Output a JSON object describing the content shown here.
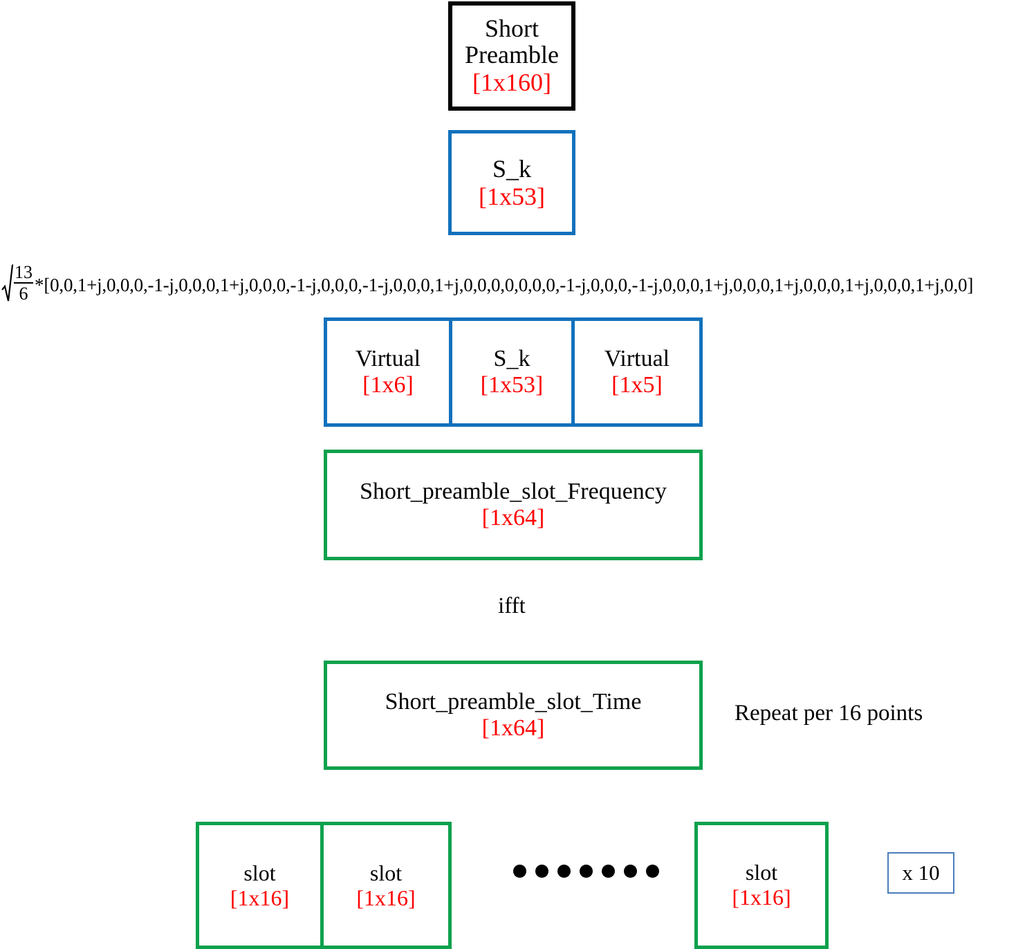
{
  "diagram": {
    "title": "Short Preamble generation chain",
    "colors": {
      "black": "#000000",
      "blue": "#1271BC",
      "green": "#0DA14D",
      "red": "#FF0000",
      "light_blue": "#4A7EBB"
    }
  },
  "short_preamble": {
    "line1": "Short",
    "line2": "Preamble",
    "size": "[1x160]"
  },
  "sk": {
    "label": "S_k",
    "size": "[1x53]"
  },
  "formula": {
    "sqrt_numerator": "13",
    "sqrt_denominator": "6",
    "operator": "*",
    "sequence": "[0,0,1+j,0,0,0,-1-j,0,0,0,1+j,0,0,0,-1-j,0,0,0,-1-j,0,0,0,1+j,0,0,0,0,0,0,0,-1-j,0,0,0,-1-j,0,0,0,1+j,0,0,0,1+j,0,0,0,1+j,0,0,0,1+j,0,0]",
    "full_text": "√(13/6)*[0,0,1+j,0,0,0,-1-j,0,0,0,1+j,0,0,0,-1-j,0,0,0,-1-j,0,0,0,1+j,0,0,0,0,0,0,0,-1-j,0,0,0,-1-j,0,0,0,1+j,0,0,0,1+j,0,0,0,1+j,0,0,0,1+j,0,0]"
  },
  "split_row": {
    "cells": [
      {
        "label": "Virtual",
        "size": "[1x6]"
      },
      {
        "label": "S_k",
        "size": "[1x53]"
      },
      {
        "label": "Virtual",
        "size": "[1x5]"
      }
    ]
  },
  "frequency_box": {
    "label": "Short_preamble_slot_Frequency",
    "size": "[1x64]"
  },
  "ifft": {
    "label": "ifft"
  },
  "time_box": {
    "label": "Short_preamble_slot_Time",
    "size": "[1x64]"
  },
  "repeat_note": {
    "text": "Repeat per 16 points"
  },
  "slots": {
    "left_cells": [
      {
        "label": "slot",
        "size": "[1x16]"
      },
      {
        "label": "slot",
        "size": "[1x16]"
      }
    ],
    "last_cell": {
      "label": "slot",
      "size": "[1x16]"
    },
    "ellipsis_dots": 7,
    "multiplier": "x 10"
  }
}
